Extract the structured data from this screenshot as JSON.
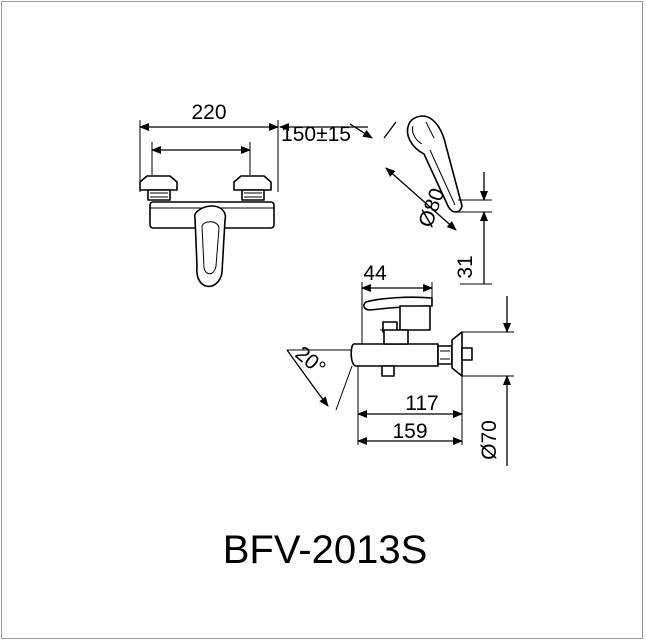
{
  "dimensions": {
    "d220": "220",
    "d150": "150±15",
    "d80": "Ø80",
    "d31": "31",
    "d44": "44",
    "d20": "20°",
    "d117": "117",
    "d159": "159",
    "d70": "Ø70"
  },
  "model": "BFV-2013S"
}
